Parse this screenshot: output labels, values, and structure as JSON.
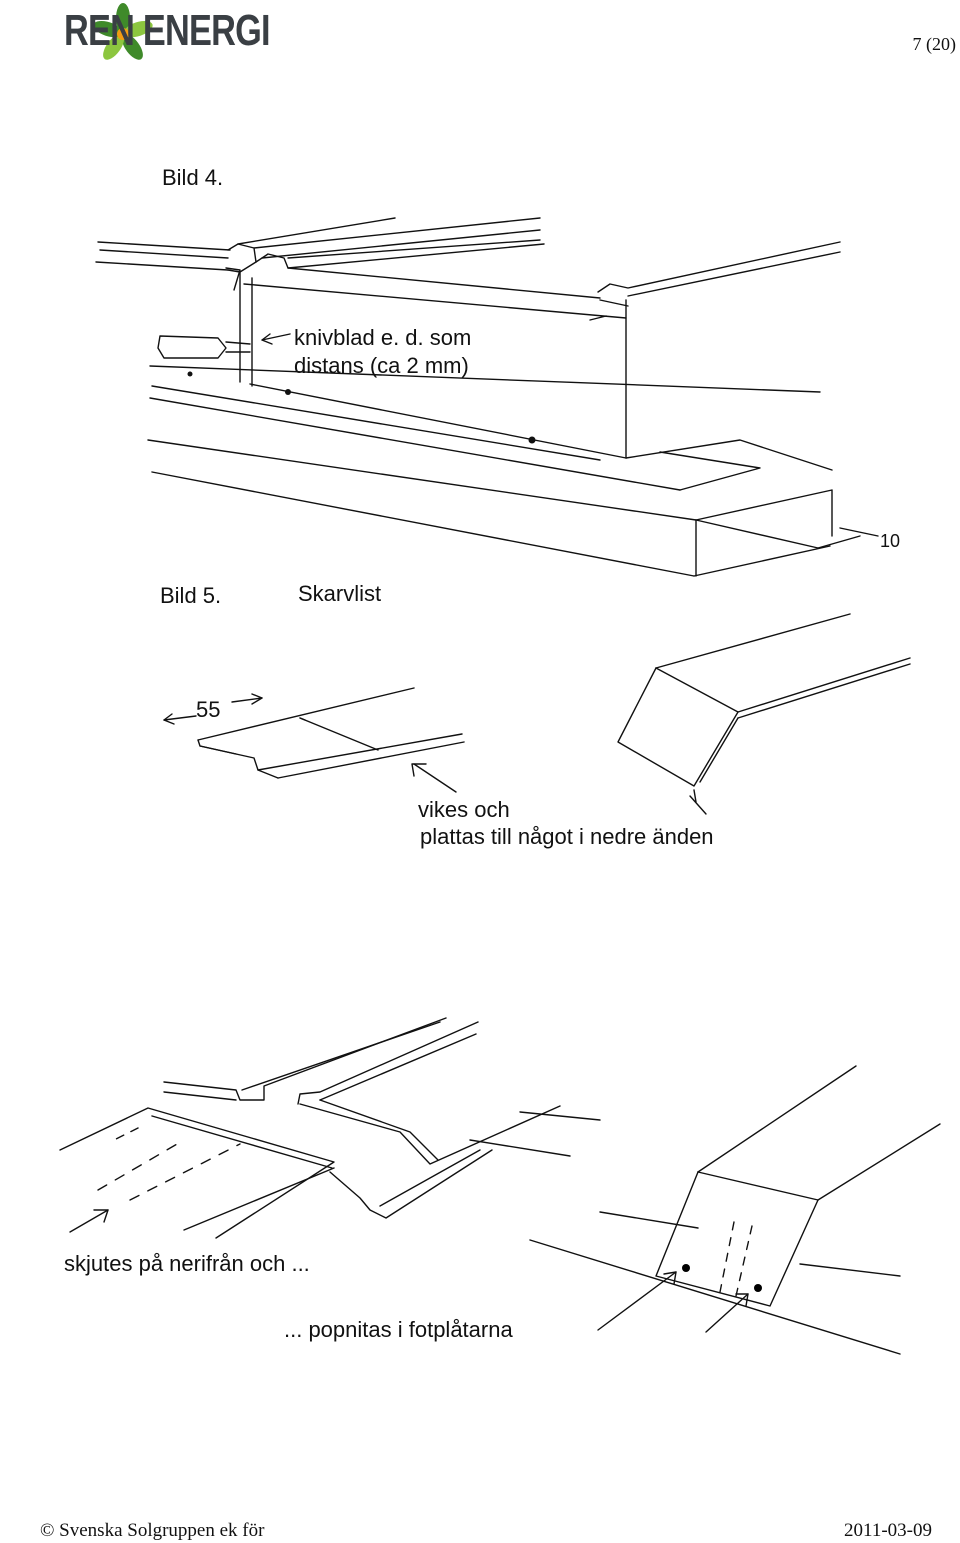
{
  "header": {
    "brand": "REN ENERGI",
    "page_number": "7 (20)"
  },
  "figure4": {
    "title": "Bild 4.",
    "annotation_line1": "knivblad e. d. som",
    "annotation_line2": "distans (ca 2 mm)",
    "dimension": "10"
  },
  "figure5": {
    "title": "Bild 5.",
    "subtitle": "Skarvlist",
    "dimension": "55",
    "annotation_line1": "vikes och",
    "annotation_line2": "plattas till något i nedre änden"
  },
  "figure6": {
    "annotation_left": "skjutes på nerifrån och ...",
    "annotation_right": "... popnitas i fotplåtarna"
  },
  "footer": {
    "copyright": "© Svenska Solgruppen ek för",
    "date": "2011-03-09"
  },
  "colors": {
    "logo_green_dark": "#3f8a2a",
    "logo_green_light": "#8cc63f",
    "logo_orange": "#f39c12",
    "brand_text": "#3a3f44"
  }
}
